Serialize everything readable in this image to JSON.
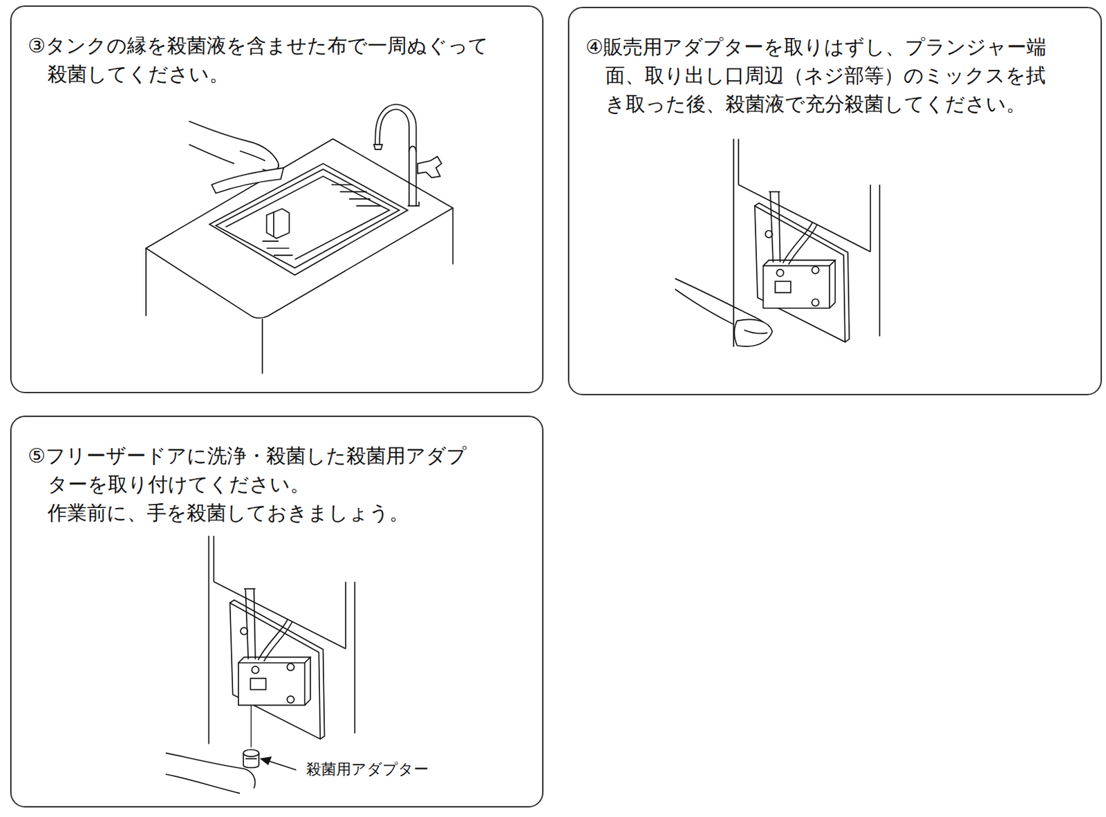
{
  "diagram": {
    "nodes": [
      {
        "text": [
          "③タンクの縁を殺菌液を含ませた布で一周ぬぐって殺菌してください。"
        ]
      },
      {
        "text": [
          "④販売用アダプターを取りはずし、プランジャー端面、取り出し口周辺（ネジ部等）のミックスを拭き取った後、殺菌液で充分殺菌してください。"
        ]
      },
      {
        "text": [
          "⑤フリーザードアに洗浄・殺菌した殺菌用アダプターを取り付けてください。",
          "作業前に、手を殺菌しておきましょう。"
        ]
      }
    ],
    "labels": [
      "殺菌用アダプター"
    ]
  }
}
